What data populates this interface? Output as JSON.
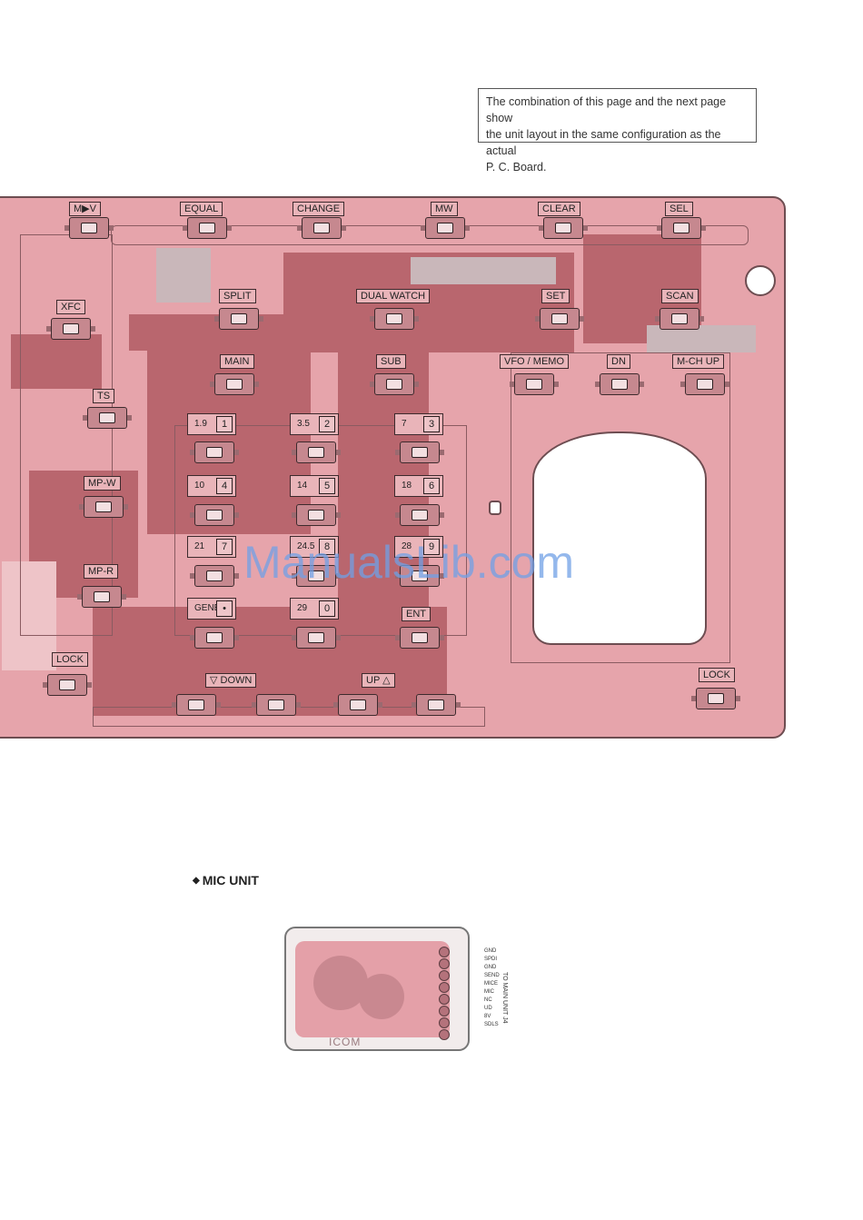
{
  "note": {
    "line1": "The combination of this page and the next page show",
    "line2": "the unit layout in the same configuration as the actual",
    "line3": "P. C. Board."
  },
  "switch_labels": {
    "mv": "M▶V",
    "equal": "EQUAL",
    "change": "CHANGE",
    "mw": "MW",
    "clear": "CLEAR",
    "sel": "SEL",
    "xfc": "XFC",
    "split": "SPLIT",
    "dual_watch": "DUAL WATCH",
    "set": "SET",
    "scan": "SCAN",
    "main": "MAIN",
    "sub": "SUB",
    "vfo_memo": "VFO / MEMO",
    "dn": "DN",
    "m_ch_up": "M-CH UP",
    "ts": "TS",
    "mp_w": "MP-W",
    "mp_r": "MP-R",
    "lock_left": "LOCK",
    "lock_right": "LOCK",
    "ent": "ENT",
    "down": "▽  DOWN",
    "up": "UP  △"
  },
  "keypad": [
    {
      "sub": "1.9",
      "main": "1"
    },
    {
      "sub": "3.5",
      "main": "2"
    },
    {
      "sub": "7",
      "main": "3"
    },
    {
      "sub": "10",
      "main": "4"
    },
    {
      "sub": "14",
      "main": "5"
    },
    {
      "sub": "18",
      "main": "6"
    },
    {
      "sub": "21",
      "main": "7"
    },
    {
      "sub": "24.5",
      "main": "8"
    },
    {
      "sub": "28",
      "main": "9"
    },
    {
      "sub": "GENE",
      "main": "•"
    },
    {
      "sub": "29",
      "main": "0"
    }
  ],
  "watermark": "ManualsLib.com",
  "mic": {
    "title": "MIC UNIT",
    "pins": [
      "GND",
      "SPDI",
      "GND",
      "SEND",
      "MICE",
      "MIC",
      "NC",
      "UD",
      "8V",
      "SDLS"
    ],
    "connector_label": "TO MAIN UNIT J4",
    "logo": "ICOM"
  }
}
